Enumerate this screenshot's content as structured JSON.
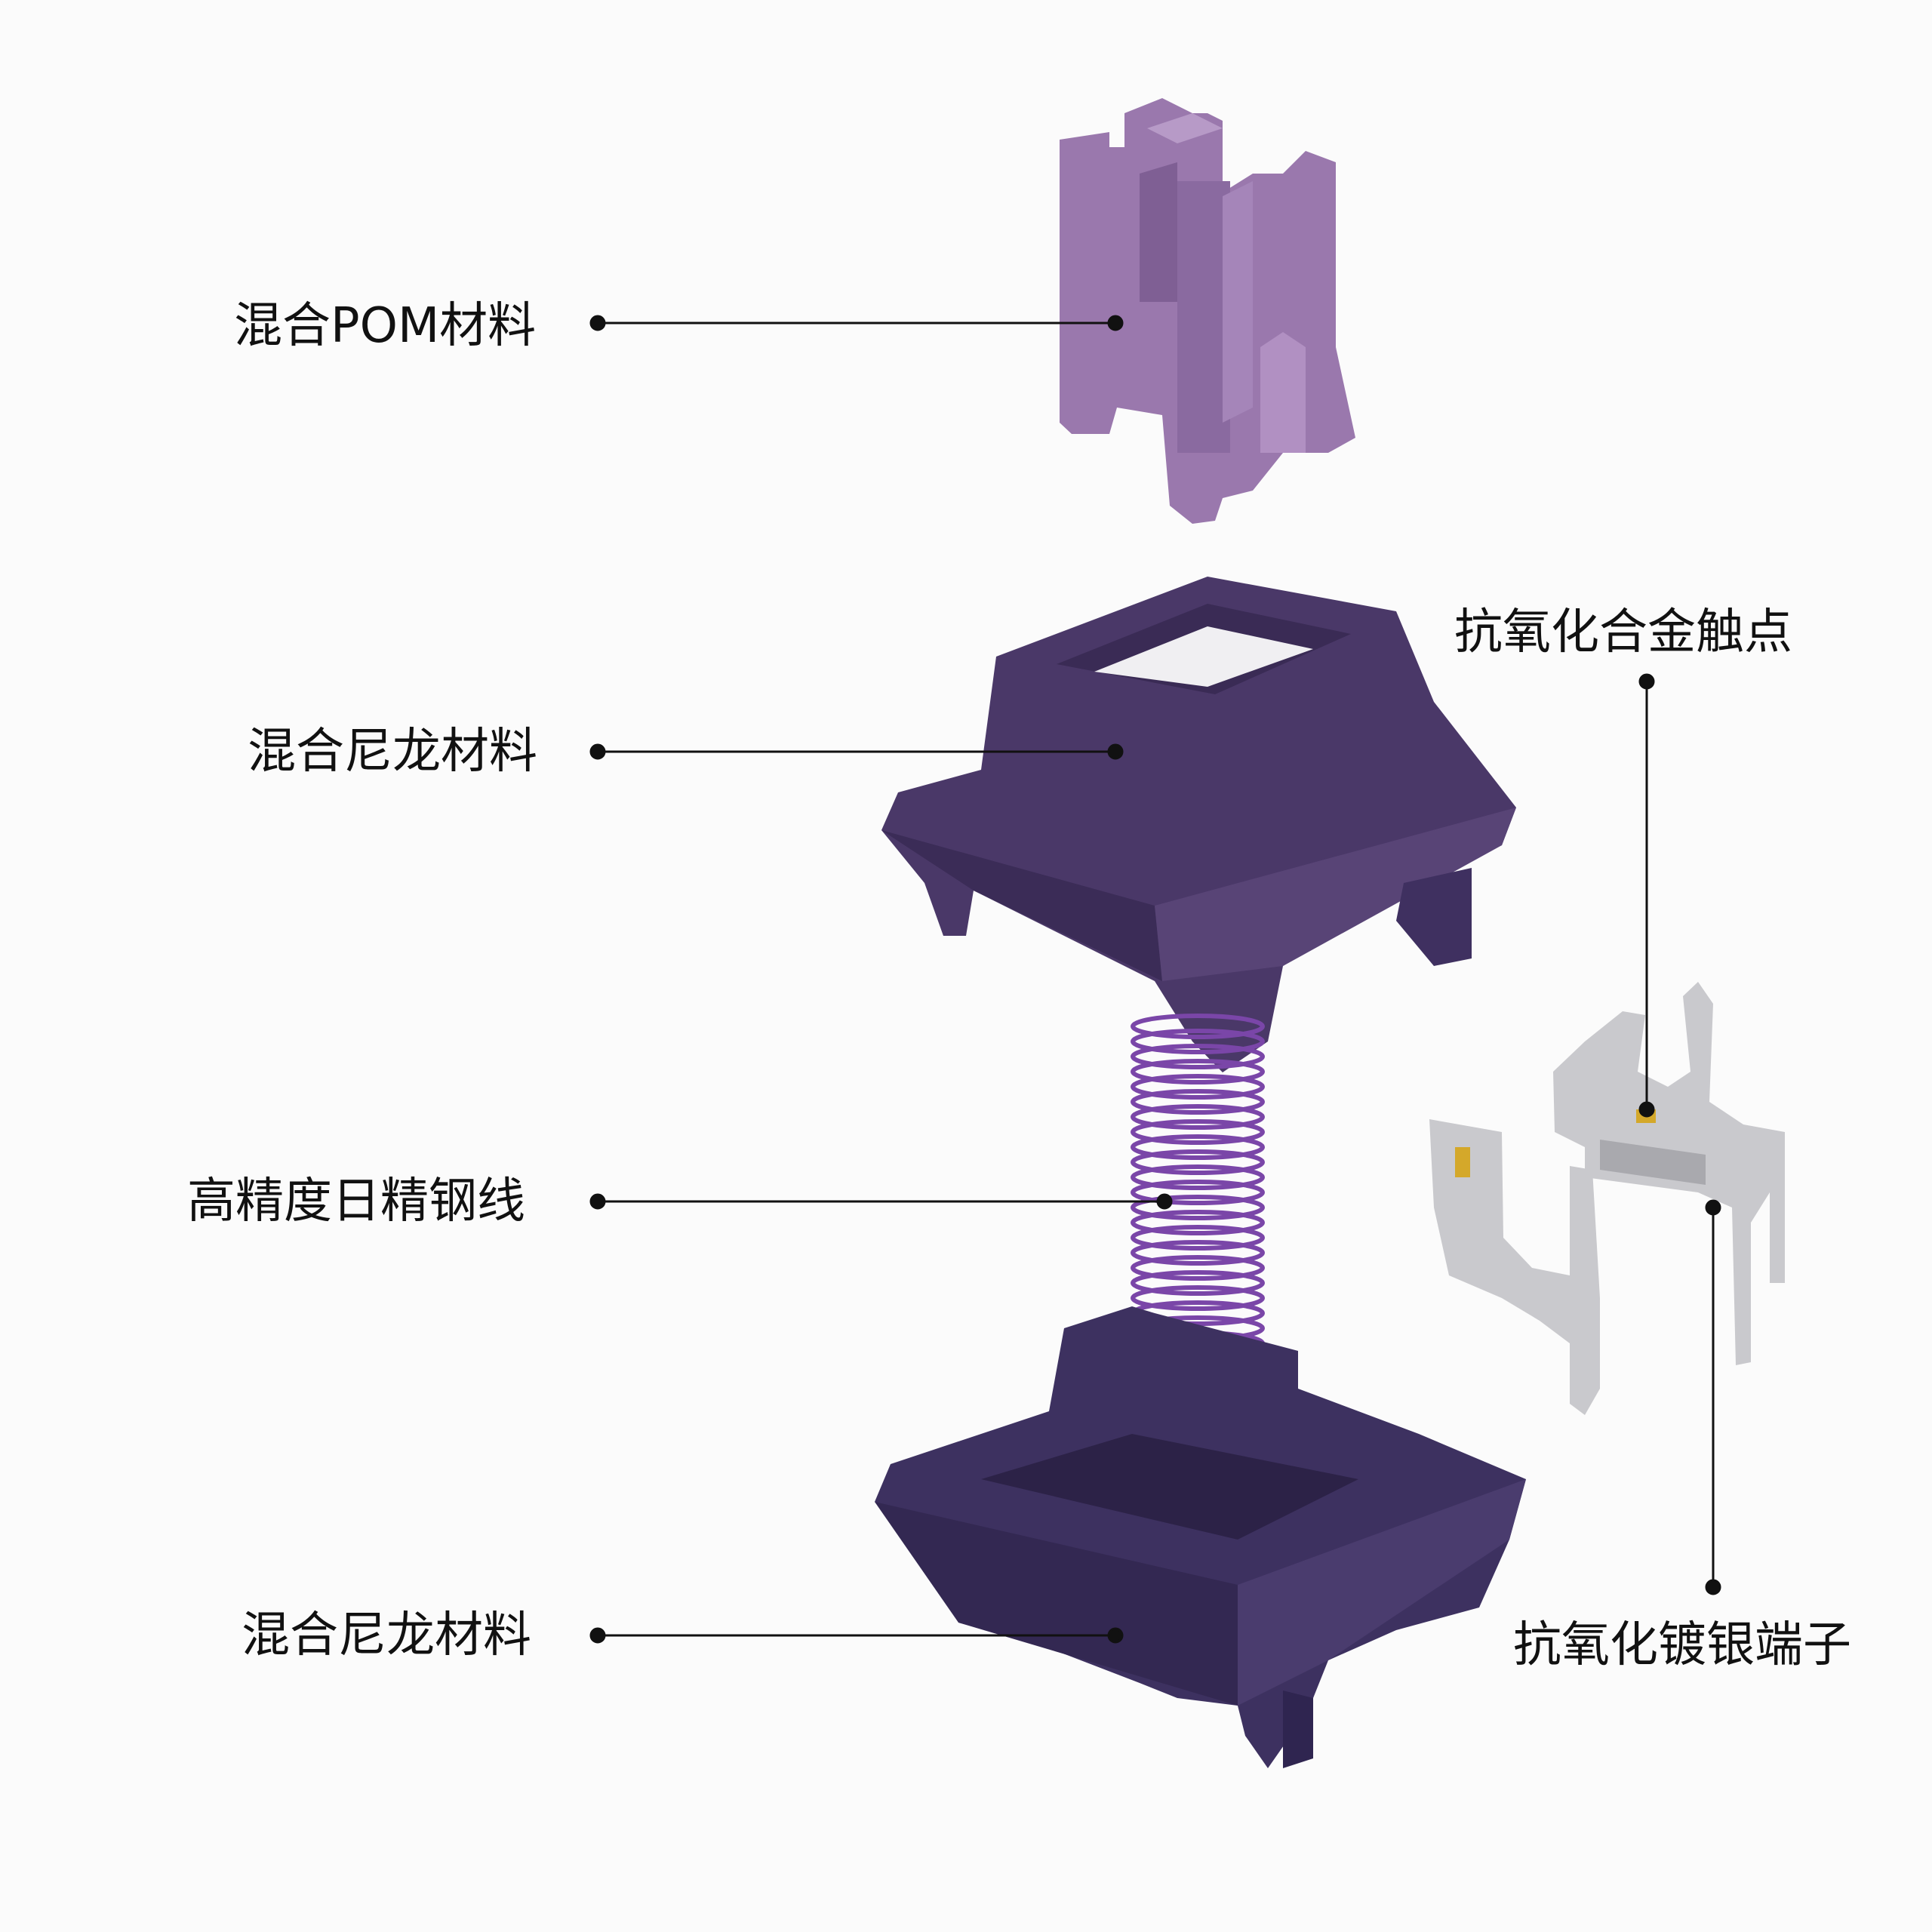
{
  "labels": {
    "stem": "混合POM材料",
    "top_housing": "混合尼龙材料",
    "spring": "高精度日精钢线",
    "bottom_housing": "混合尼龙材料",
    "contact_point": "抗氧化合金触点",
    "terminal": "抗氧化镀银端子"
  },
  "colors": {
    "stem": "#9a78ad",
    "housing": "#4a3868",
    "bottom_housing": "#3d3160",
    "spring": "#7a46a8",
    "metal": "#c9c9cd",
    "gold": "#d4a82a",
    "leader": "#111111"
  }
}
